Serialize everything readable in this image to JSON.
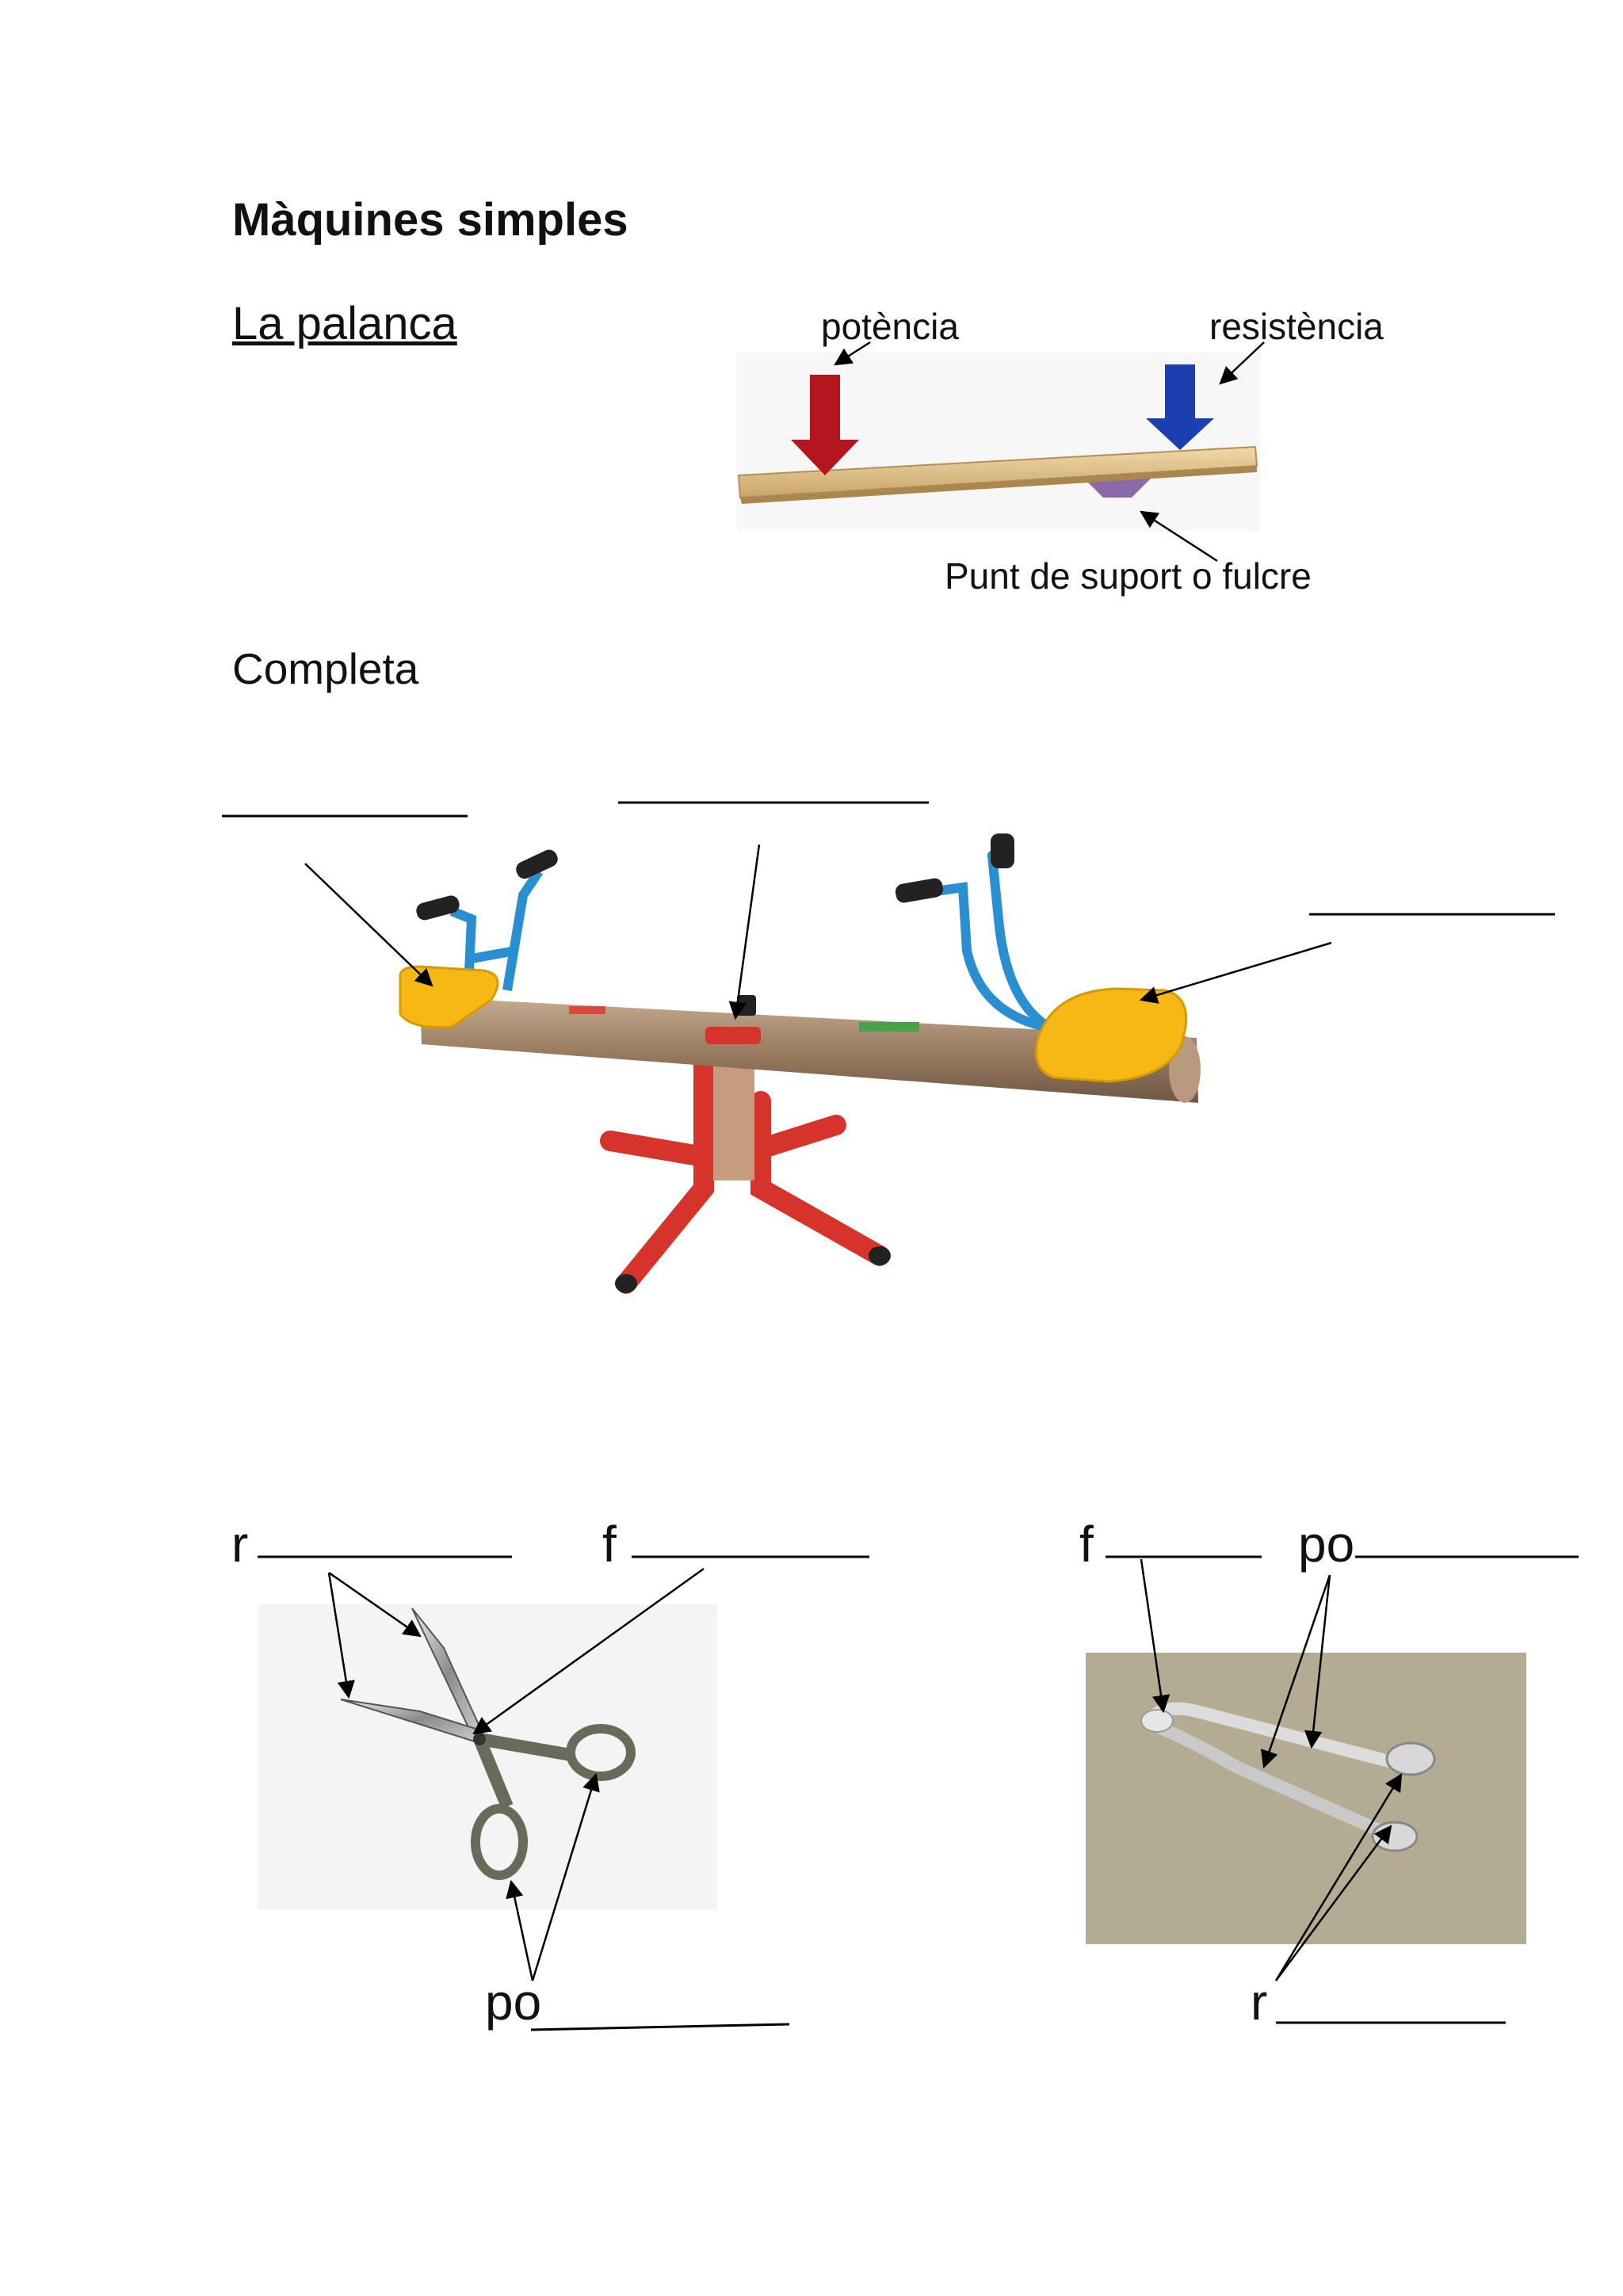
{
  "page": {
    "title": "Màquines simples",
    "subtitle": "La palanca ",
    "instruction": "Completa"
  },
  "lever_diagram": {
    "potencia_label": "potència",
    "resistencia_label": "resistència",
    "fulcrum_label": "Punt de suport  o fulcre",
    "colors": {
      "potencia_arrow": "#b3161c",
      "resistencia_arrow": "#1b3fb0",
      "plank": "#e4c690",
      "fulcrum": "#8a6aa8"
    }
  },
  "seesaw": {
    "colors": {
      "seat": "#f5b815",
      "handle": "#2a8fd0",
      "beam": "#9b7e62",
      "legs": "#d6332b"
    }
  },
  "scissors": {
    "r_label": "r",
    "f_label": "f",
    "po_label": "po"
  },
  "tongs": {
    "f_label": "f",
    "po_label": "po",
    "r_label": "r",
    "colors": {
      "background": "#b4ab93"
    }
  }
}
